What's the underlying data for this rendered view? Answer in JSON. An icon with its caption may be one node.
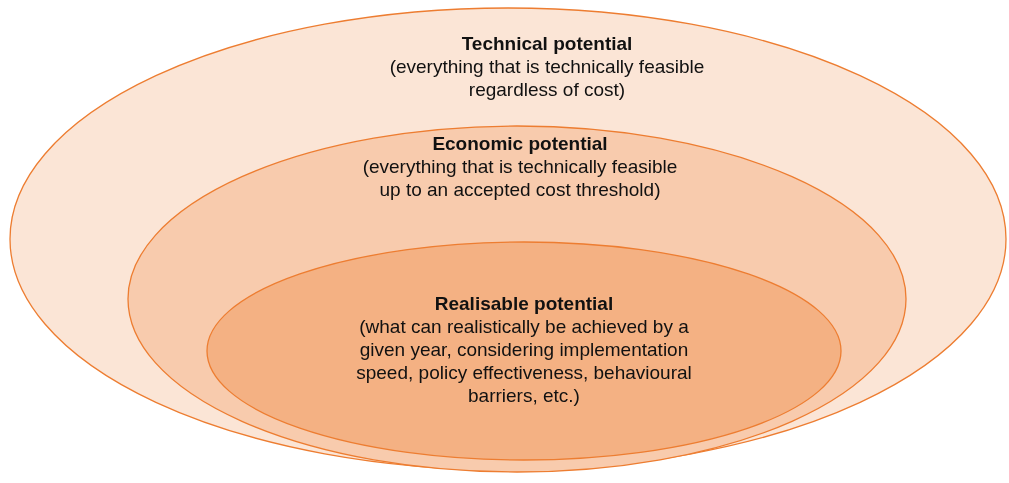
{
  "diagram": {
    "nodes": [
      {
        "text": [
          "Technical potential",
          "(everything that is technically feasible regardless of cost)"
        ]
      },
      {
        "text": [
          "Economic potential",
          "(everything that is technically feasible up to an accepted cost threshold)"
        ],
        "in": 0
      },
      {
        "text": [
          "Realisable potential",
          "(what can realistically be achieved by a given year, considering implementation speed, policy effectiveness, behavioural barriers, etc.)"
        ],
        "in": 1
      }
    ]
  }
}
